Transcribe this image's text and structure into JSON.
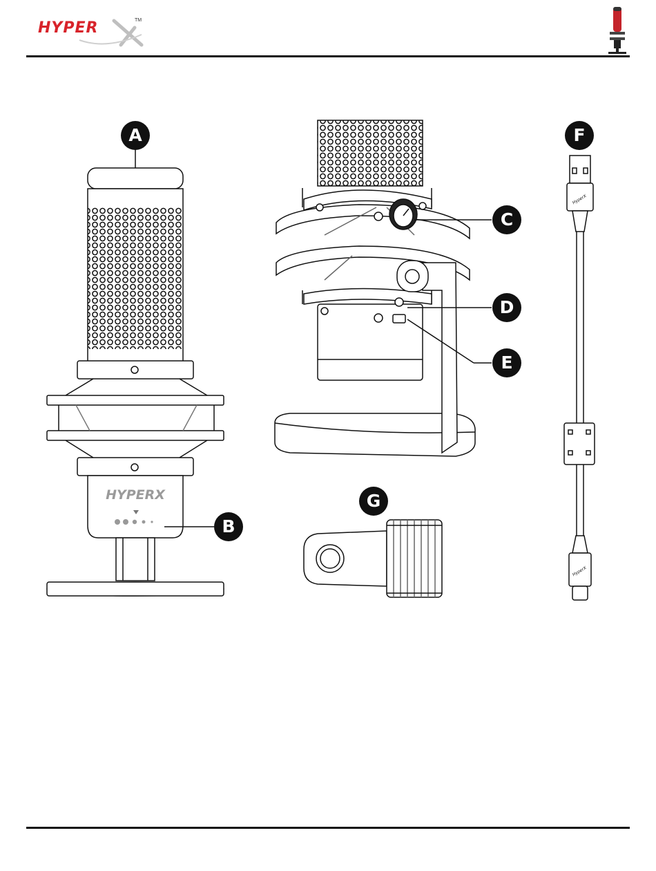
{
  "header": {
    "brand_text": "HYPER",
    "brand_mark": "X",
    "trademark": "TM",
    "product_icon": "microphone-thumbnail-icon"
  },
  "callouts": [
    "A",
    "B",
    "C",
    "D",
    "E",
    "F",
    "G"
  ],
  "device_branding": {
    "base_logo": "HYPERX",
    "cable_logo": "HyperX"
  },
  "colors": {
    "brand_red": "#d8232a",
    "ink": "#111111"
  }
}
